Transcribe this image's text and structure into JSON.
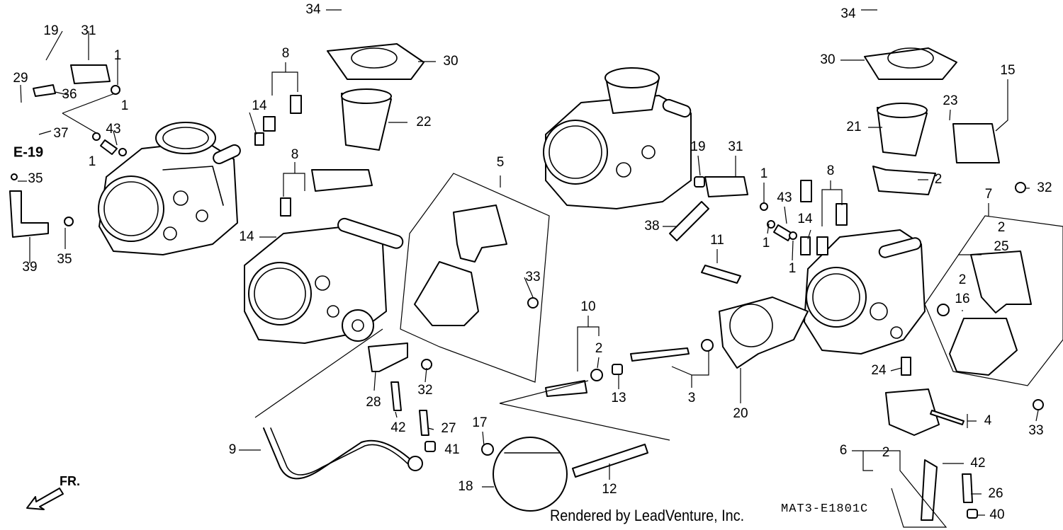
{
  "diagram": {
    "callouts": [
      {
        "id": "c19-a",
        "text": "19"
      },
      {
        "id": "c31-a",
        "text": "31"
      },
      {
        "id": "c1-a",
        "text": "1"
      },
      {
        "id": "c29",
        "text": "29"
      },
      {
        "id": "c36",
        "text": "36"
      },
      {
        "id": "c37",
        "text": "37"
      },
      {
        "id": "c1-b",
        "text": "1"
      },
      {
        "id": "c43-a",
        "text": "43"
      },
      {
        "id": "c1-c",
        "text": "1"
      },
      {
        "id": "c35-a",
        "text": "35"
      },
      {
        "id": "c35-b",
        "text": "35"
      },
      {
        "id": "c39",
        "text": "39"
      },
      {
        "id": "c34-a",
        "text": "34"
      },
      {
        "id": "c30-a",
        "text": "30"
      },
      {
        "id": "c8-a",
        "text": "8"
      },
      {
        "id": "c14-a",
        "text": "14"
      },
      {
        "id": "c22",
        "text": "22"
      },
      {
        "id": "c8-b",
        "text": "8"
      },
      {
        "id": "c14-b",
        "text": "14"
      },
      {
        "id": "c5",
        "text": "5"
      },
      {
        "id": "c33-a",
        "text": "33"
      },
      {
        "id": "c28",
        "text": "28"
      },
      {
        "id": "c32-a",
        "text": "32"
      },
      {
        "id": "c42-a",
        "text": "42"
      },
      {
        "id": "c27",
        "text": "27"
      },
      {
        "id": "c41",
        "text": "41"
      },
      {
        "id": "c9",
        "text": "9"
      },
      {
        "id": "c17",
        "text": "17"
      },
      {
        "id": "c18",
        "text": "18"
      },
      {
        "id": "c12",
        "text": "12"
      },
      {
        "id": "c10",
        "text": "10"
      },
      {
        "id": "c2-a",
        "text": "2"
      },
      {
        "id": "c13",
        "text": "13"
      },
      {
        "id": "c3",
        "text": "3"
      },
      {
        "id": "c20",
        "text": "20"
      },
      {
        "id": "c11",
        "text": "11"
      },
      {
        "id": "c38",
        "text": "38"
      },
      {
        "id": "c19-b",
        "text": "19"
      },
      {
        "id": "c31-b",
        "text": "31"
      },
      {
        "id": "c1-d",
        "text": "1"
      },
      {
        "id": "c43-b",
        "text": "43"
      },
      {
        "id": "c1-e",
        "text": "1"
      },
      {
        "id": "c1-f",
        "text": "1"
      },
      {
        "id": "c8-c",
        "text": "8"
      },
      {
        "id": "c14-c",
        "text": "14"
      },
      {
        "id": "c34-b",
        "text": "34"
      },
      {
        "id": "c30-b",
        "text": "30"
      },
      {
        "id": "c21",
        "text": "21"
      },
      {
        "id": "c23",
        "text": "23"
      },
      {
        "id": "c15",
        "text": "15"
      },
      {
        "id": "c2-b",
        "text": "2"
      },
      {
        "id": "c32-b",
        "text": "32"
      },
      {
        "id": "c7",
        "text": "7"
      },
      {
        "id": "c2-c",
        "text": "2"
      },
      {
        "id": "c25",
        "text": "25"
      },
      {
        "id": "c2-d",
        "text": "2"
      },
      {
        "id": "c16",
        "text": "16"
      },
      {
        "id": "c24",
        "text": "24"
      },
      {
        "id": "c4",
        "text": "4"
      },
      {
        "id": "c33-b",
        "text": "33"
      },
      {
        "id": "c6",
        "text": "6"
      },
      {
        "id": "c2-e",
        "text": "2"
      },
      {
        "id": "c42-b",
        "text": "42"
      },
      {
        "id": "c26",
        "text": "26"
      },
      {
        "id": "c40",
        "text": "40"
      }
    ],
    "reference_mark": "E-19",
    "front_label": "FR.",
    "credit": "Rendered by LeadVenture, Inc.",
    "diagram_code": "MAT3-E1801C"
  }
}
